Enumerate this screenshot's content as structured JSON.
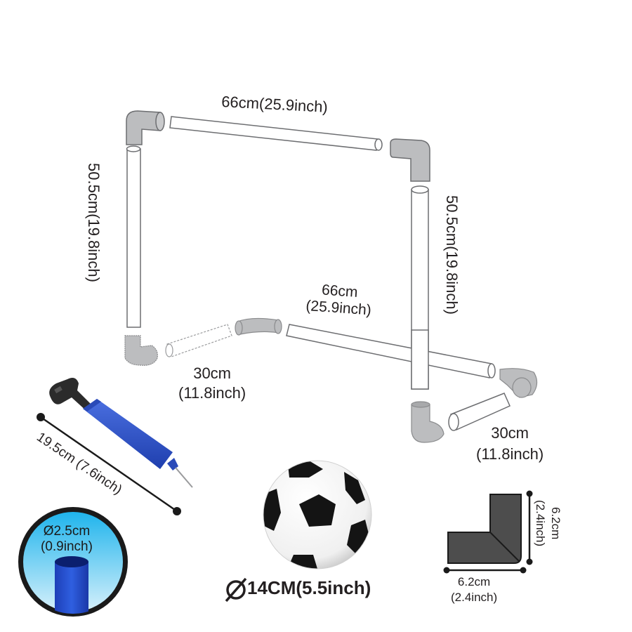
{
  "diagram": {
    "subject": "Mini soccer goal kit dimensions",
    "goal_frame": {
      "top_bar": "66cm(25.9inch)",
      "left_post": "50.5cm(19.8inch)",
      "right_post": "50.5cm(19.8inch)",
      "back_bar": {
        "line1": "66cm",
        "line2": "(25.9inch)"
      },
      "left_foot": {
        "line1": "30cm",
        "line2": "(11.8inch)"
      },
      "right_foot": {
        "line1": "30cm",
        "line2": "(11.8inch)"
      }
    },
    "pump": {
      "length": "19.5cm (7.6inch)"
    },
    "pipe_detail": {
      "line1": "Ø2.5cm",
      "line2": "(0.9inch)"
    },
    "ball": {
      "diameter": "14CM(5.5inch)",
      "diameter_symbol": "Ø"
    },
    "corner_connector": {
      "width": {
        "line1": "6.2cm",
        "line2": "(2.4inch)"
      },
      "height": {
        "line1": "6.2cm",
        "line2": "(2.4inch)"
      }
    },
    "colors": {
      "pipe_fill": "#ffffff",
      "pipe_stroke": "#6d6e71",
      "connector_fill": "#bcbdbf",
      "pump_body": "#2f54c8",
      "pump_handle": "#2b2b2b",
      "pipe_circle_bg": "#3cc3ef",
      "pipe_circle_border": "#1a1a1a",
      "corner_fill": "#4d4d4d",
      "text": "#231f20"
    }
  }
}
